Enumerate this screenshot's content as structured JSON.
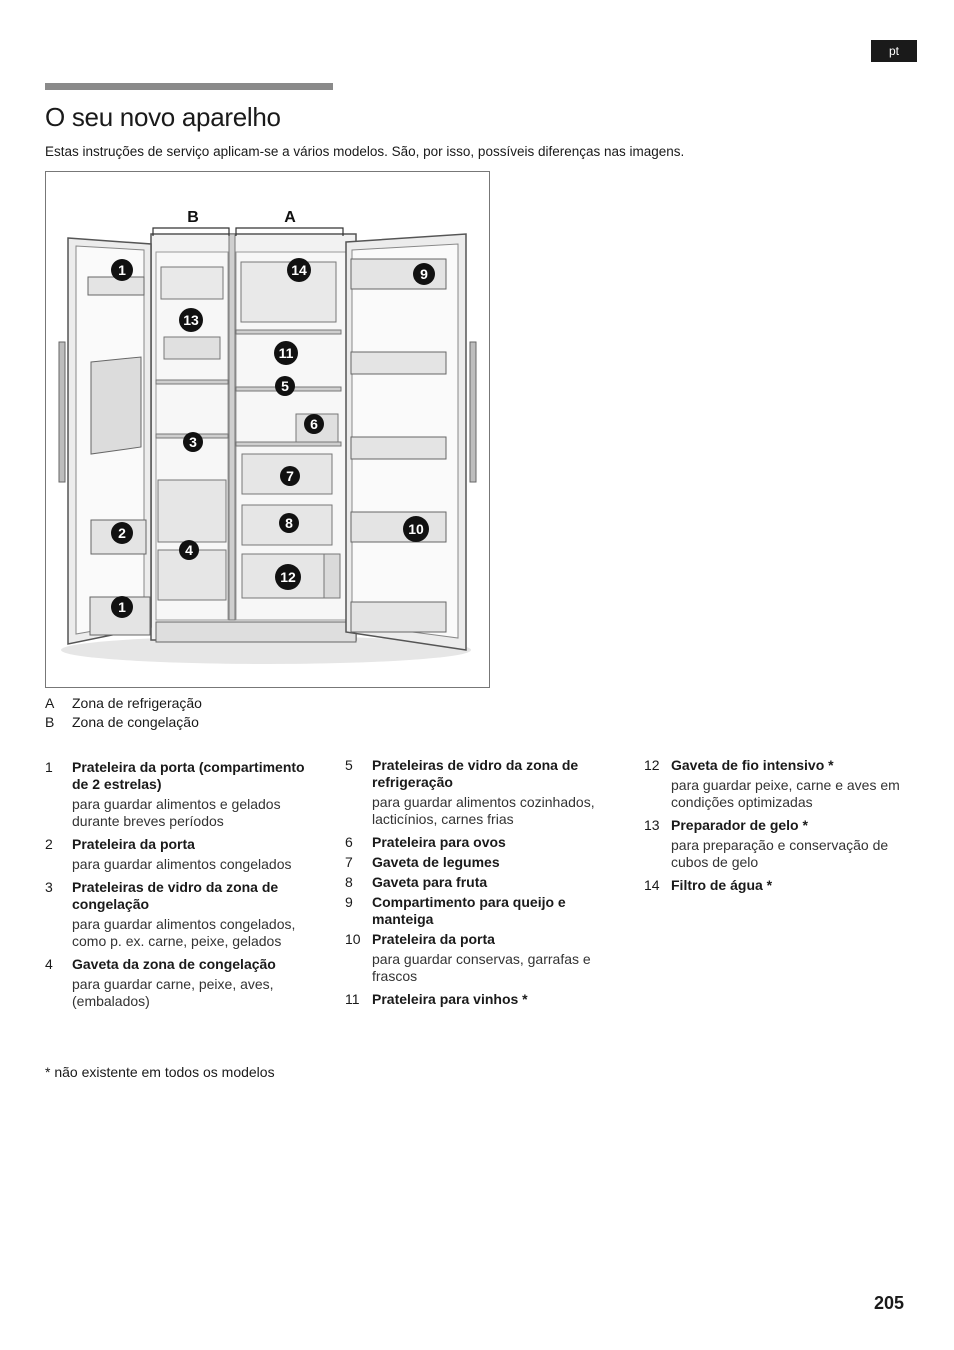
{
  "lang_tab": "pt",
  "title": "O seu novo aparelho",
  "intro": "Estas instruções de serviço aplicam-se a vários modelos. São, por isso, possíveis diferenças nas imagens.",
  "figure": {
    "zone_b": "B",
    "zone_a": "A",
    "callouts": [
      "1",
      "13",
      "11",
      "5",
      "3",
      "6",
      "7",
      "2",
      "4",
      "8",
      "10",
      "12",
      "1",
      "14",
      "9"
    ]
  },
  "zones": [
    {
      "key": "A",
      "label": "Zona de refrigeração"
    },
    {
      "key": "B",
      "label": "Zona de congelação"
    }
  ],
  "col1": [
    {
      "num": "1",
      "label": "Prateleira da porta (compartimento de 2 estrelas)",
      "desc": "para guardar alimentos e gelados durante breves períodos"
    },
    {
      "num": "2",
      "label": "Prateleira da porta",
      "desc": "para guardar alimentos congelados"
    },
    {
      "num": "3",
      "label": "Prateleiras de vidro da zona de congelação",
      "desc": "para guardar alimentos congelados, como p. ex. carne, peixe, gelados"
    },
    {
      "num": "4",
      "label": "Gaveta da zona de congelação",
      "desc": "para guardar carne, peixe, aves, (embalados)"
    }
  ],
  "col2": [
    {
      "num": "5",
      "label": "Prateleiras de vidro da zona de refrigeração",
      "desc": "para guardar alimentos cozinhados, lacticínios, carnes frias"
    },
    {
      "num": "6",
      "label": "Prateleira para ovos",
      "desc": ""
    },
    {
      "num": "7",
      "label": "Gaveta de legumes",
      "desc": ""
    },
    {
      "num": "8",
      "label": "Gaveta para fruta",
      "desc": ""
    },
    {
      "num": "9",
      "label": "Compartimento para queijo e manteiga",
      "desc": ""
    },
    {
      "num": "10",
      "label": "Prateleira da porta",
      "desc": "para guardar conservas, garrafas e frascos"
    },
    {
      "num": "11",
      "label": "Prateleira para vinhos *",
      "desc": ""
    }
  ],
  "col3": [
    {
      "num": "12",
      "label": "Gaveta de fio intensivo *",
      "desc": "para guardar peixe, carne e aves em condições optimizadas"
    },
    {
      "num": "13",
      "label": "Preparador de gelo *",
      "desc": "para preparação e conservação de cubos de gelo"
    },
    {
      "num": "14",
      "label": "Filtro de água *",
      "desc": ""
    }
  ],
  "footnote": "* não existente em todos os modelos",
  "page_number": "205"
}
